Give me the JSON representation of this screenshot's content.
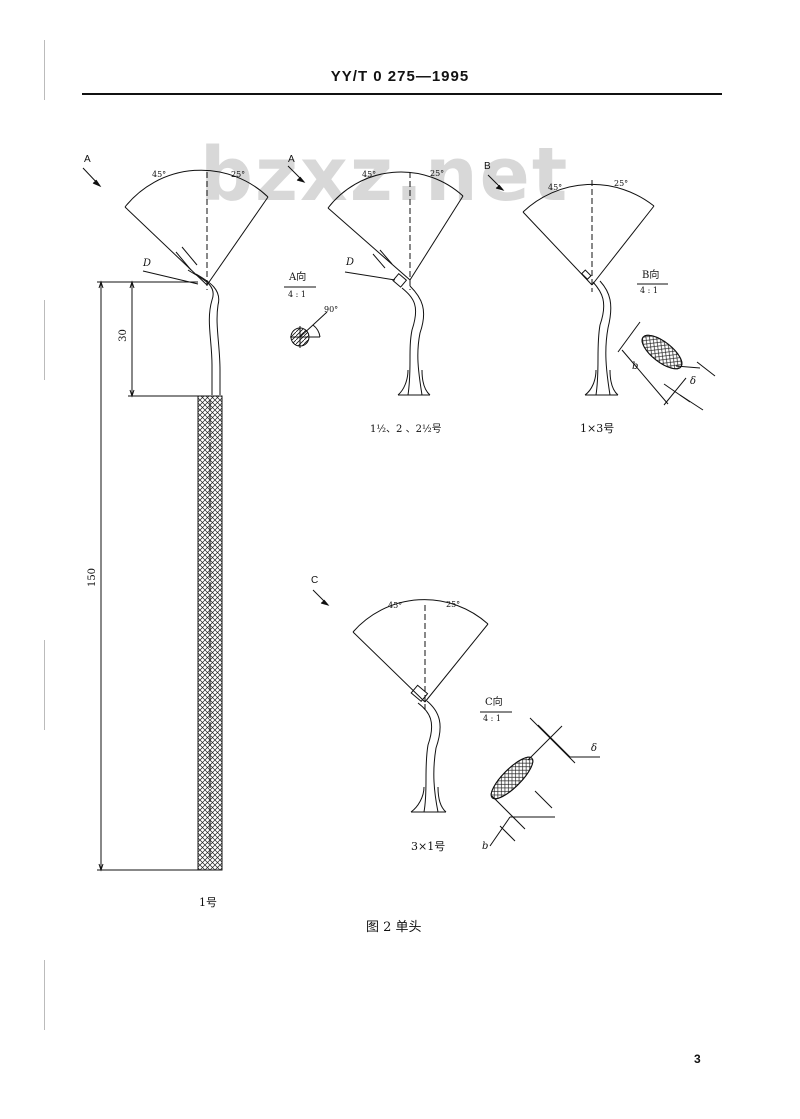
{
  "header": {
    "standard_no": "YY/T 0 275—1995"
  },
  "watermark": "bzxz.net",
  "figure": {
    "caption": "图 2  单头",
    "tools": [
      {
        "id": "1",
        "label": "1号",
        "view": "A",
        "angle_left": "45°",
        "angle_right": "25°",
        "d_label": "D",
        "dim_neck": "30",
        "dim_handle": "150"
      },
      {
        "id": "1.5-2.5",
        "label": "1½、2 、2½号",
        "view": "A",
        "angle_left": "45°",
        "angle_right": "25°",
        "d_label": "D"
      },
      {
        "id": "1x3",
        "label": "1×3号",
        "view": "B",
        "angle_left": "45°",
        "angle_right": "25°"
      },
      {
        "id": "3x1",
        "label": "3×1号",
        "view": "C",
        "angle_left": "45°",
        "angle_right": "25°"
      }
    ],
    "section_views": [
      {
        "title": "A向",
        "scale": "4 : 1",
        "angle": "90°"
      },
      {
        "title": "B向",
        "scale": "4 : 1",
        "dim_b": "b",
        "dim_delta": "δ"
      },
      {
        "title": "C向",
        "scale": "4 : 1",
        "dim_b": "b",
        "dim_delta": "δ"
      }
    ]
  },
  "page_number": "3"
}
